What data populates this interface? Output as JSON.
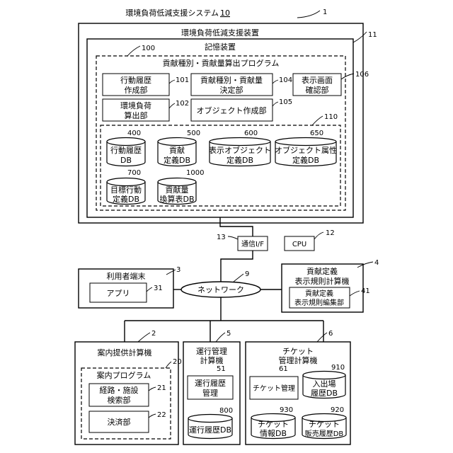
{
  "system_title": "環境負荷低減支援システム",
  "system_ref": "10",
  "device": {
    "ref": "1",
    "title": "環境負荷低減支援装置"
  },
  "storage": {
    "ref": "11",
    "title": "記憶装置"
  },
  "program": {
    "ref": "100",
    "title": "貢献種別・貢献量算出プログラム"
  },
  "modules": {
    "m101": {
      "ref": "101",
      "line1": "行動履歴",
      "line2": "作成部"
    },
    "m104": {
      "ref": "104",
      "line1": "貢献種別・貢献量",
      "line2": "決定部"
    },
    "m106": {
      "ref": "106",
      "line1": "表示画面",
      "line2": "確認部"
    },
    "m102": {
      "ref": "102",
      "line1": "環境負荷",
      "line2": "算出部"
    },
    "m105": {
      "ref": "105",
      "line1": "オブジェクト作成部"
    }
  },
  "db_group_ref": "110",
  "databases": {
    "d400": {
      "ref": "400",
      "line1": "行動履歴",
      "line2": "DB"
    },
    "d500": {
      "ref": "500",
      "line1": "貢献",
      "line2": "定義DB"
    },
    "d600": {
      "ref": "600",
      "line1": "表示オブジェクト",
      "line2": "定義DB"
    },
    "d650": {
      "ref": "650",
      "line1": "オブジェクト属性",
      "line2": "定義DB"
    },
    "d700": {
      "ref": "700",
      "line1": "目標行動",
      "line2": "定義DB"
    },
    "d1000": {
      "ref": "1000",
      "line1": "貢献量",
      "line2": "換算表DB"
    }
  },
  "comm_if": {
    "ref": "13",
    "label": "通信I/F"
  },
  "cpu": {
    "ref": "12",
    "label": "CPU"
  },
  "user_terminal": {
    "ref": "3",
    "title": "利用者端末",
    "app_ref": "31",
    "app_label": "アプリ"
  },
  "network": {
    "ref": "9",
    "label": "ネットワーク"
  },
  "rule_computer": {
    "ref": "4",
    "title_line1": "貢献定義",
    "title_line2": "表示規則計算機",
    "editor_ref": "41",
    "editor_line1": "貢献定義",
    "editor_line2": "表示規則編集部"
  },
  "guide_computer": {
    "ref": "2",
    "title": "案内提供計算機",
    "program_ref": "20",
    "program_title": "案内プログラム",
    "search_ref": "21",
    "search_line1": "経路・施設",
    "search_line2": "検索部",
    "payment_ref": "22",
    "payment_label": "決済部"
  },
  "operation_computer": {
    "ref": "5",
    "title_line1": "運行管理",
    "title_line2": "計算機",
    "mgmt_ref": "51",
    "mgmt_line1": "運行履歴",
    "mgmt_line2": "管理",
    "db_ref": "800",
    "db_label": "運行履歴DB"
  },
  "ticket_computer": {
    "ref": "6",
    "title_line1": "チケット",
    "title_line2": "管理計算機",
    "mgmt_ref": "61",
    "mgmt_label": "チケット管理",
    "db910_ref": "910",
    "db910_line1": "入出場",
    "db910_line2": "履歴DB",
    "db930_ref": "930",
    "db930_line1": "チケット",
    "db930_line2": "情報DB",
    "db920_ref": "920",
    "db920_line1": "チケット",
    "db920_line2": "販売履歴DB"
  }
}
